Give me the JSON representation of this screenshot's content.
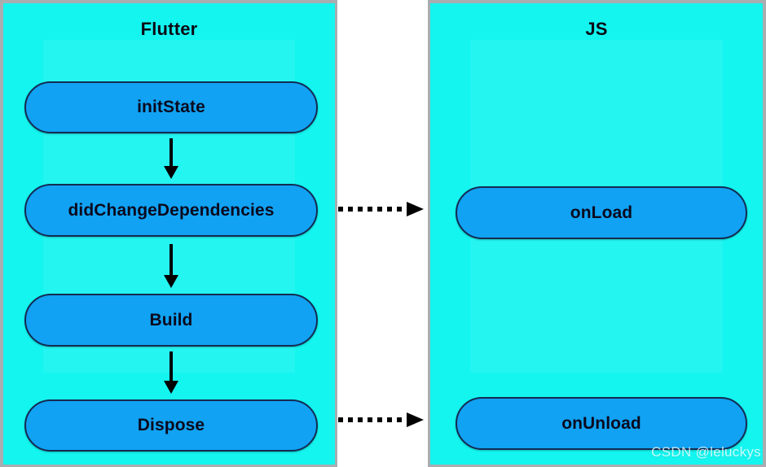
{
  "diagram": {
    "type": "flow-comparison",
    "title_visible": false,
    "colors": {
      "panel_background": "#14f5f0",
      "panel_border": "#a9adb0",
      "pill_fill": "#11a2f3",
      "pill_border": "#132b52",
      "arrow": "#000000",
      "text": "#0a0a1e",
      "watermark": "#ffffff"
    },
    "panels": [
      {
        "id": "flutter",
        "title": "Flutter",
        "nodes": [
          {
            "id": "initstate",
            "label": "initState"
          },
          {
            "id": "didchangedependencies",
            "label": "didChangeDependencies"
          },
          {
            "id": "build",
            "label": "Build"
          },
          {
            "id": "dispose",
            "label": "Dispose"
          }
        ],
        "edges": [
          {
            "from": "initstate",
            "to": "didchangedependencies",
            "style": "solid",
            "direction": "down"
          },
          {
            "from": "didchangedependencies",
            "to": "build",
            "style": "solid",
            "direction": "down"
          },
          {
            "from": "build",
            "to": "dispose",
            "style": "solid",
            "direction": "down"
          }
        ]
      },
      {
        "id": "js",
        "title": "JS",
        "nodes": [
          {
            "id": "onload",
            "label": "onLoad"
          },
          {
            "id": "onunload",
            "label": "onUnload"
          }
        ],
        "edges": []
      }
    ],
    "cross_edges": [
      {
        "id": "map-didchange-onload",
        "from": "didChangeDependencies",
        "to": "onLoad",
        "style": "dotted",
        "direction": "right"
      },
      {
        "id": "map-dispose-onunload",
        "from": "Dispose",
        "to": "onUnload",
        "style": "dotted",
        "direction": "right"
      }
    ]
  },
  "watermark": {
    "text": "CSDN @leluckys"
  }
}
